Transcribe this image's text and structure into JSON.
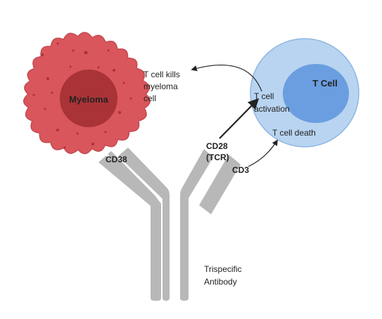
{
  "colors": {
    "myeloma_fill": "#d9565c",
    "myeloma_nucleus": "#a93336",
    "tcell_outer": "#b8d4f1",
    "tcell_inner": "#6a9ee0",
    "antibody": "#b8b8b8",
    "arrow": "#222222"
  },
  "labels": {
    "myeloma": "Myeloma",
    "tcell": "T Cell",
    "cd38": "CD38",
    "cd28_line1": "CD28",
    "cd28_line2": "(TCR)",
    "cd3": "CD3",
    "tcell_kills_line1": "T cell kills",
    "tcell_kills_line2": "myeloma",
    "tcell_kills_line3": "cell",
    "activation_line1": "T cell",
    "activation_line2": "activation",
    "tcell_death": "T cell death",
    "antibody_line1": "Trispecific",
    "antibody_line2": "Antibody"
  }
}
